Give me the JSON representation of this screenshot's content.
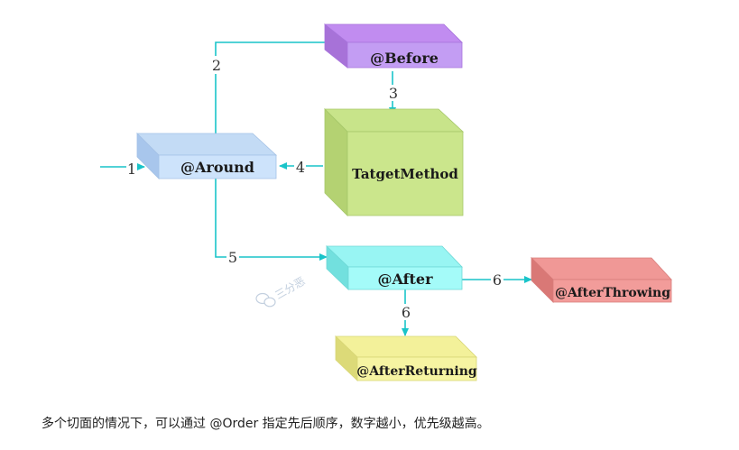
{
  "diagram": {
    "boxes": {
      "before": "@Before",
      "around": "@Around",
      "target": "TatgetMethod",
      "after": "@After",
      "after_throwing": "@AfterThrowing",
      "after_returning": "@AfterReturning"
    },
    "steps": {
      "s1": "1",
      "s2": "2",
      "s3": "3",
      "s4": "4",
      "s5": "5",
      "s6a": "6",
      "s6b": "6"
    },
    "watermark": "三分恶",
    "colors": {
      "arrow": "#19c4c9",
      "before": "#c18cf0",
      "around": "#c3dbf5",
      "target": "#c8e48a",
      "after": "#98f5f3",
      "after_throwing": "#f09896",
      "after_returning": "#f3f19a"
    }
  },
  "caption": "多个切面的情况下，可以通过 @Order 指定先后顺序，数字越小，优先级越高。"
}
